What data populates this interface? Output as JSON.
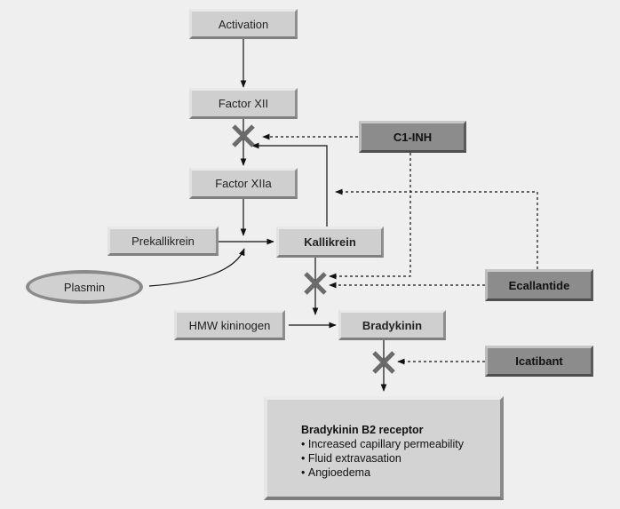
{
  "nodes": {
    "activation": "Activation",
    "factor_xii": "Factor XII",
    "factor_xiia": "Factor XIIa",
    "c1_inh": "C1-INH",
    "prekallikrein": "Prekallikrein",
    "kallikrein": "Kallikrein",
    "plasmin": "Plasmin",
    "ecallantide": "Ecallantide",
    "hmw_kininogen": "HMW kininogen",
    "bradykinin": "Bradykinin",
    "icatibant": "Icatibant"
  },
  "receptor": {
    "title": "Bradykinin B2 receptor",
    "effects": [
      "Increased capillary permeability",
      "Fluid extravasation",
      "Angioedema"
    ]
  },
  "colors": {
    "background": "#efefef",
    "light_box": "#cfcfcf",
    "dark_box": "#8c8c8c",
    "inhibition_mark": "#6b6b6b",
    "arrow": "#111111"
  }
}
